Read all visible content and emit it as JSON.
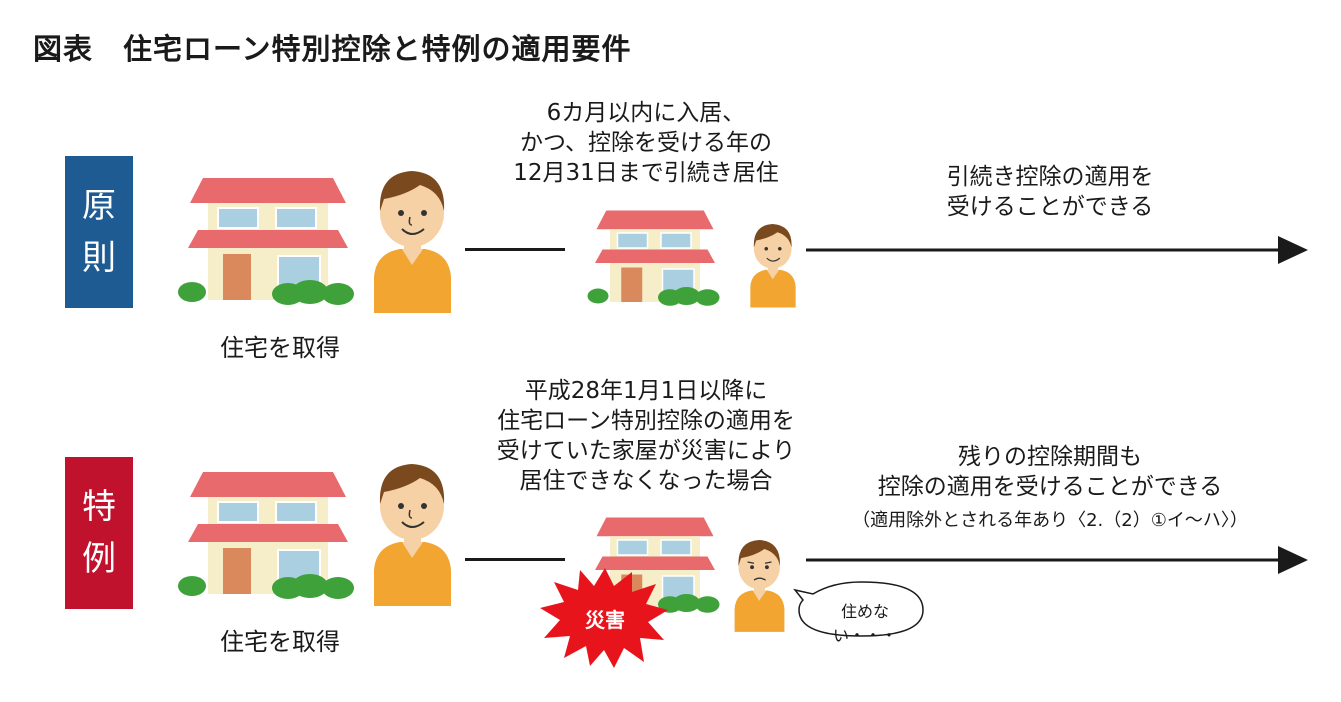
{
  "title": "図表　住宅ローン特別控除と特例の適用要件",
  "rows": [
    {
      "label_chars": [
        "原",
        "則"
      ],
      "color": "#1e5b92",
      "acquire": "住宅を取得",
      "condition": [
        "6カ月以内に入居、",
        "かつ、控除を受ける年の",
        "12月31日まで引続き居住"
      ],
      "result": [
        "引続き控除の適用を",
        "受けることができる"
      ]
    },
    {
      "label_chars": [
        "特",
        "例"
      ],
      "color": "#c0122d",
      "acquire": "住宅を取得",
      "condition": [
        "平成28年1月1日以降に",
        "住宅ローン特別控除の適用を",
        "受けていた家屋が災害により",
        "居住できなくなった場合"
      ],
      "result": [
        "残りの控除期間も",
        "控除の適用を受けることができる"
      ],
      "note": "（適用除外とされる年あり〈2.（2）①イ～ハ〉）",
      "disaster": "災害",
      "speech": "住めない・・・"
    }
  ],
  "icons": [
    "house-icon",
    "smiling-person-icon",
    "sad-person-icon",
    "disaster-burst-icon",
    "speech-bubble-icon",
    "arrow-right-icon"
  ],
  "colors": {
    "roof": "#e86a6c",
    "wall": "#f6eec9",
    "window": "#a9cfe0",
    "door": "#d9895c",
    "bush": "#3fa13a",
    "shirt": "#f2a531",
    "hair": "#7a4a1e",
    "skin": "#f6d1a5"
  }
}
